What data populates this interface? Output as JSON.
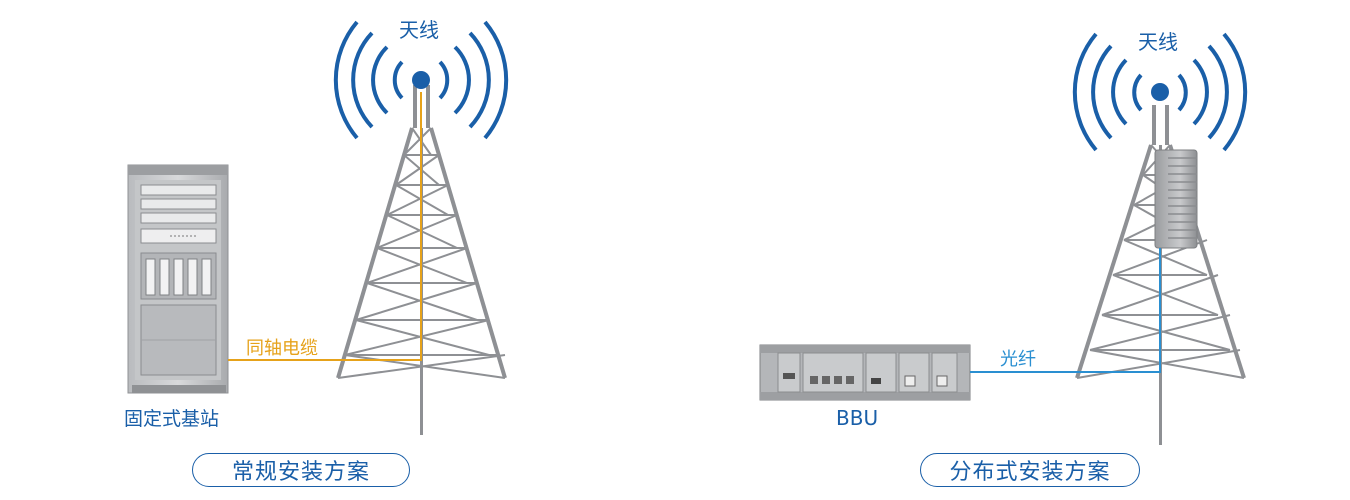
{
  "left_scheme": {
    "antenna_label": "天线",
    "cable_label": "同轴电缆",
    "station_label": "固定式基站",
    "caption": "常规安装方案"
  },
  "right_scheme": {
    "antenna_label": "天线",
    "fiber_label": "光纤",
    "bbu_label": "BBU",
    "caption": "分布式安装方案"
  },
  "colors": {
    "primary_blue": "#1a5fa8",
    "cable_orange": "#e6a21a",
    "fiber_blue": "#2a8fd1",
    "tower_gray": "#8e9094"
  },
  "icons": [
    "antenna-signal-icon",
    "lattice-tower-icon",
    "server-rack-icon",
    "bbu-unit-icon",
    "rru-unit-icon"
  ]
}
